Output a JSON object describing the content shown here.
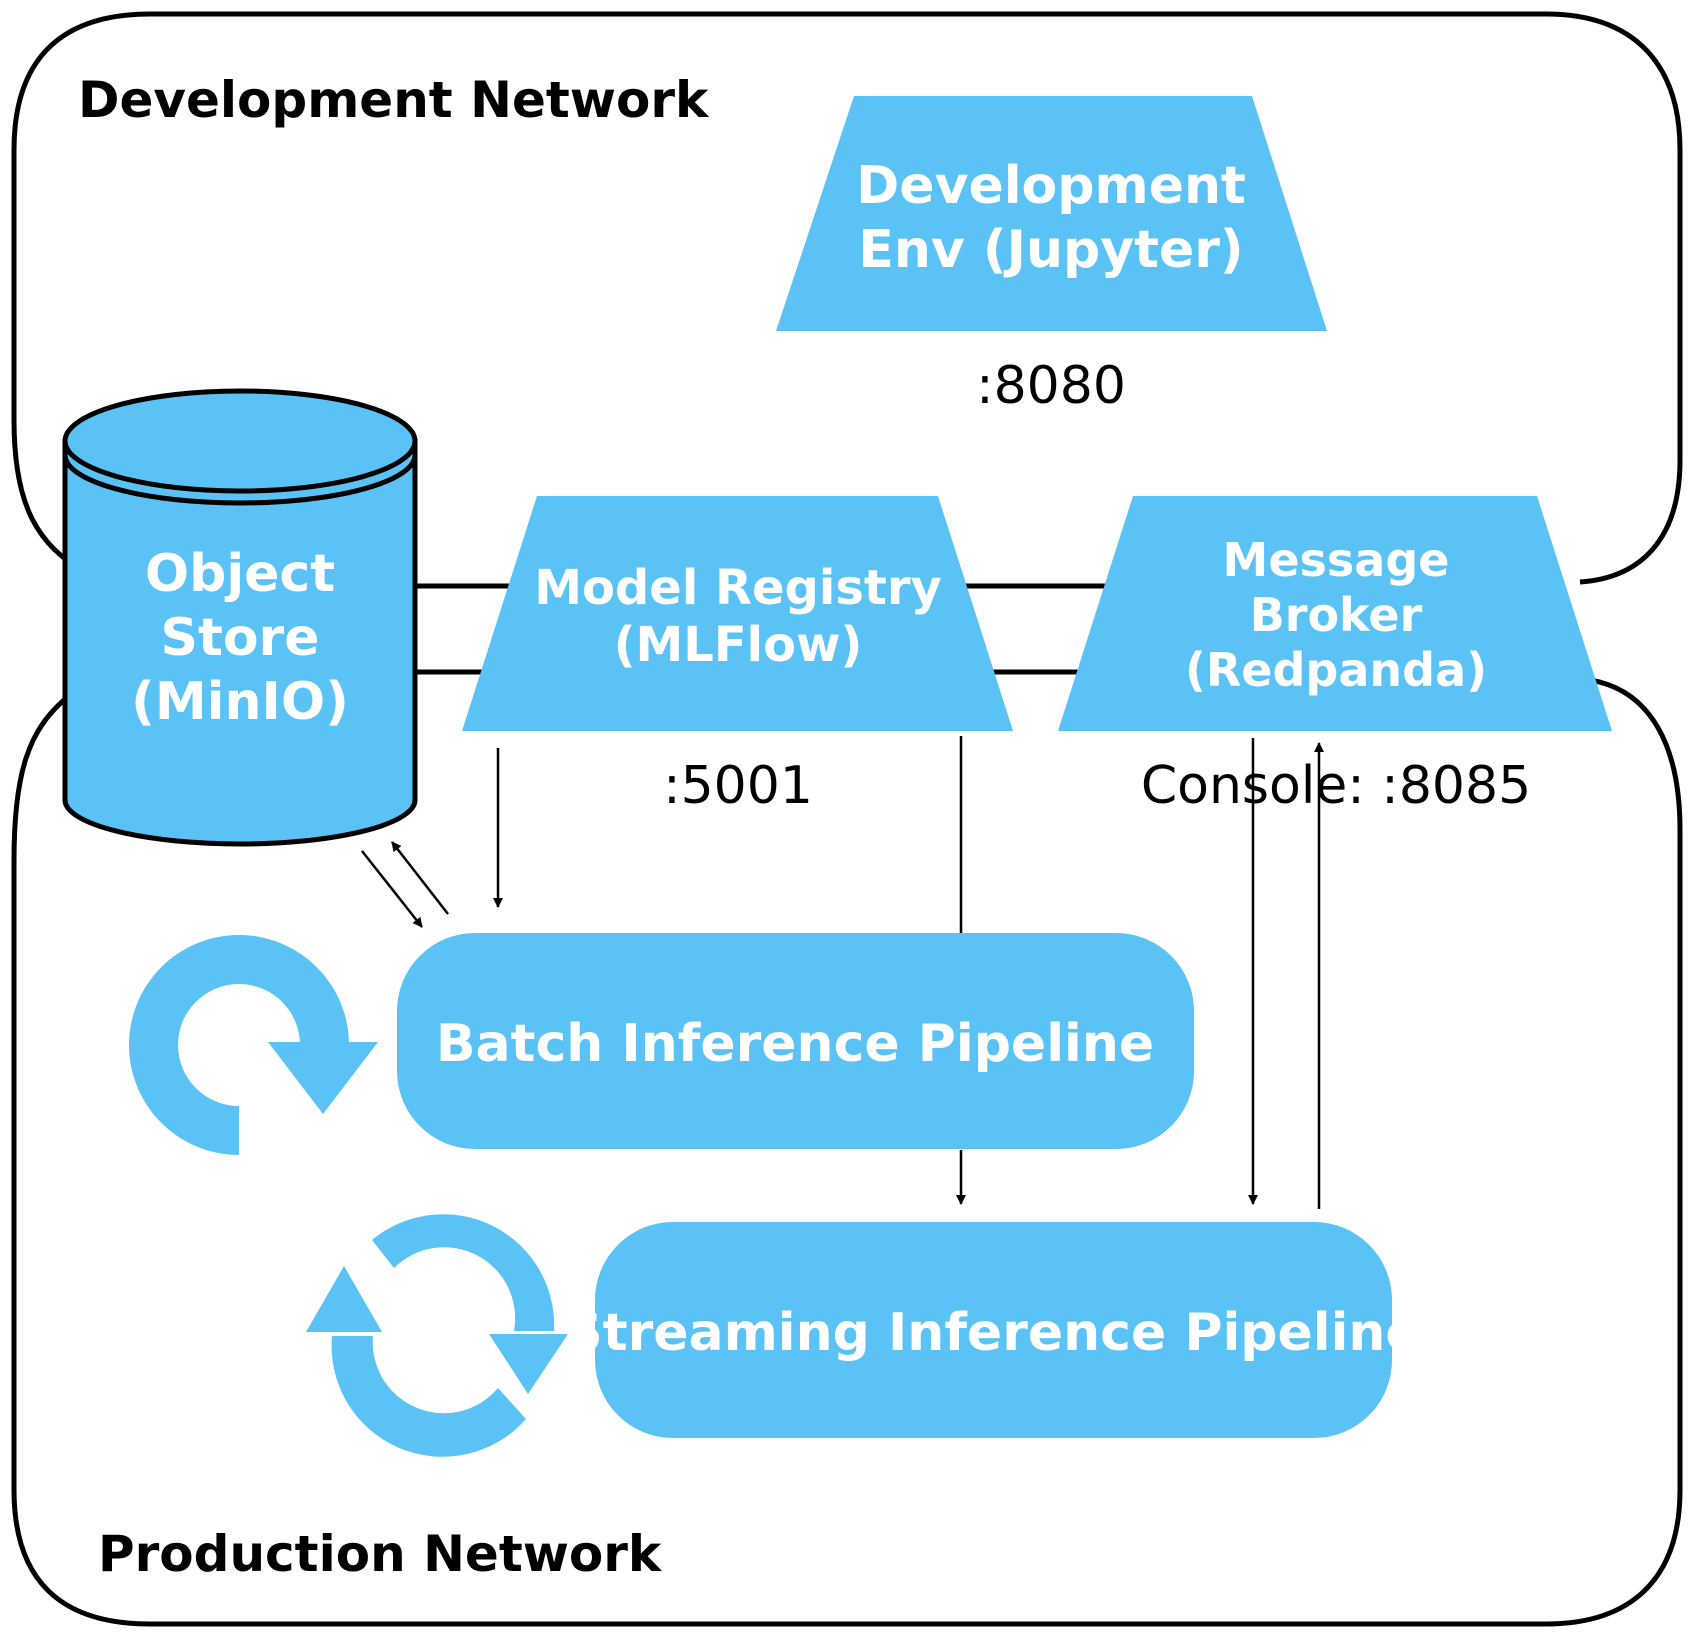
{
  "networks": {
    "development": "Development Network",
    "production": "Production Network"
  },
  "nodes": {
    "jupyter": {
      "line1": "Development",
      "line2": "Env (Jupyter)",
      "port": ":8080"
    },
    "minio": {
      "line1": "Object",
      "line2": "Store",
      "line3": "(MinIO)"
    },
    "mlflow": {
      "line1": "Model Registry",
      "line2": "(MLFlow)",
      "port": ":5001"
    },
    "redpanda": {
      "line1": "Message",
      "line2": "Broker",
      "line3": "(Redpanda)",
      "port": "Console: :8085"
    },
    "batch": {
      "label": "Batch Inference Pipeline"
    },
    "streaming": {
      "label": "Streaming Inference Pipeline"
    }
  },
  "icons": {
    "batch": "refresh-single-arrow-icon",
    "streaming": "sync-double-arrow-icon"
  },
  "colors": {
    "node": "#5ac2f5",
    "text_on_node": "#ffffff",
    "outline": "#000000"
  }
}
